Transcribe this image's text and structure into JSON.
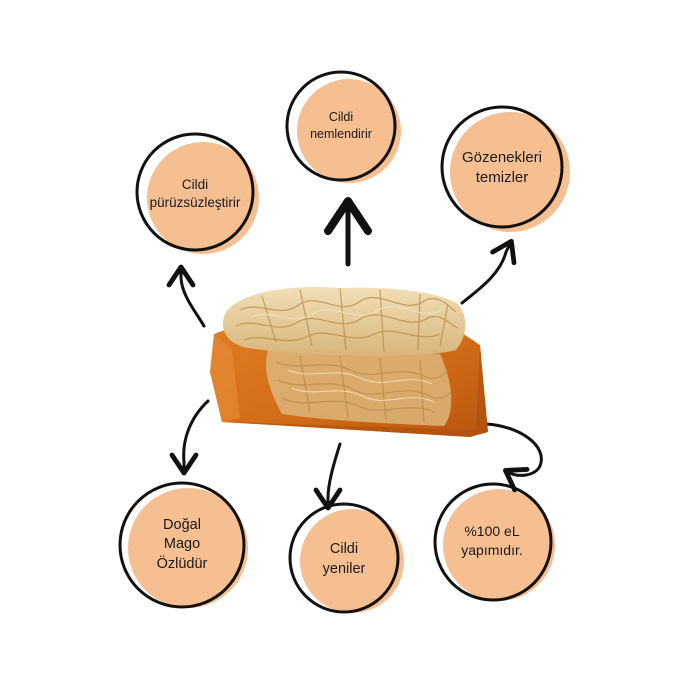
{
  "colors": {
    "circle_fill": "#f5bf92",
    "ring": "#111111",
    "arrow": "#111111",
    "soap_orange": "#d9731e",
    "soap_dark": "#b5550e",
    "loofah": "#ecd5a6",
    "loofah_fiber": "#c9a56b"
  },
  "benefits": {
    "smooth": {
      "line1": "Cildi",
      "line2": "pürüzsüzleştirir"
    },
    "moisturize": {
      "line1": "Cildi",
      "line2": "nemlendirir"
    },
    "pores": {
      "line1": "Gözenekleri",
      "line2": "temizler"
    },
    "mango": {
      "line1": "Doğal",
      "line2": "Mago",
      "line3": "Özlüdür"
    },
    "renew": {
      "line1": "Cildi",
      "line2": "yeniler"
    },
    "handmade": {
      "line1": "%100 eL",
      "line2": "yapımıdır."
    }
  }
}
